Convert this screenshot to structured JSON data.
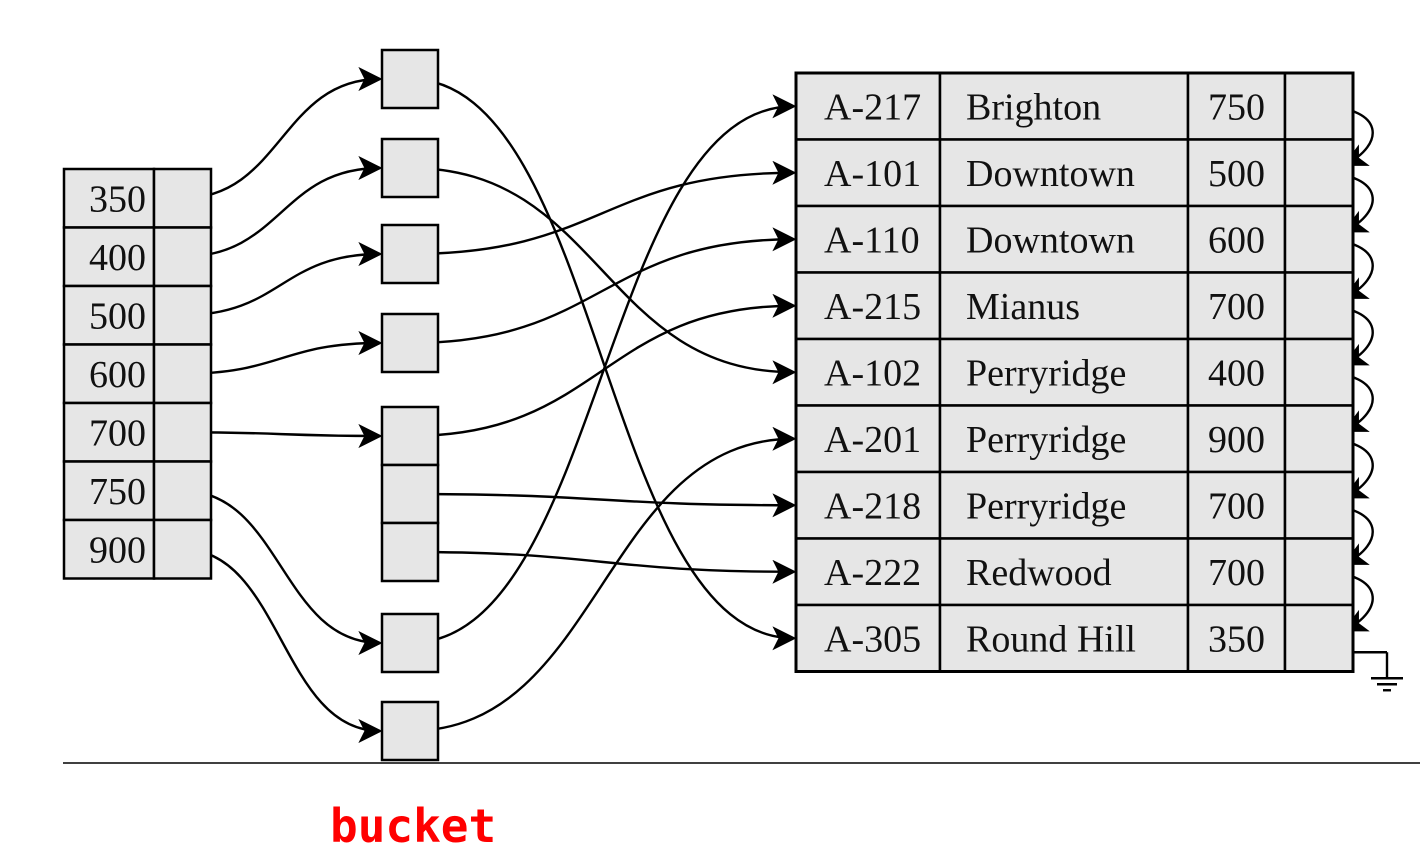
{
  "index": {
    "keys": [
      "350",
      "400",
      "500",
      "600",
      "700",
      "750",
      "900"
    ]
  },
  "buckets": {
    "groups": [
      {
        "slots": 1
      },
      {
        "slots": 1
      },
      {
        "slots": 1
      },
      {
        "slots": 1
      },
      {
        "slots": 3
      },
      {
        "slots": 1
      },
      {
        "slots": 1
      }
    ]
  },
  "file": {
    "records": [
      {
        "account": "A-217",
        "branch": "Brighton",
        "balance": "750"
      },
      {
        "account": "A-101",
        "branch": "Downtown",
        "balance": "500"
      },
      {
        "account": "A-110",
        "branch": "Downtown",
        "balance": "600"
      },
      {
        "account": "A-215",
        "branch": "Mianus",
        "balance": "700"
      },
      {
        "account": "A-102",
        "branch": "Perryridge",
        "balance": "400"
      },
      {
        "account": "A-201",
        "branch": "Perryridge",
        "balance": "900"
      },
      {
        "account": "A-218",
        "branch": "Perryridge",
        "balance": "700"
      },
      {
        "account": "A-222",
        "branch": "Redwood",
        "balance": "700"
      },
      {
        "account": "A-305",
        "branch": "Round Hill",
        "balance": "350"
      }
    ]
  },
  "links": {
    "index_to_bucket": [
      [
        0,
        0
      ],
      [
        1,
        1
      ],
      [
        2,
        2
      ],
      [
        3,
        3
      ],
      [
        4,
        4
      ],
      [
        5,
        5
      ],
      [
        6,
        6
      ]
    ],
    "bucket_to_record": [
      [
        0,
        0,
        8
      ],
      [
        1,
        0,
        4
      ],
      [
        2,
        0,
        1
      ],
      [
        3,
        0,
        2
      ],
      [
        4,
        0,
        3
      ],
      [
        4,
        1,
        6
      ],
      [
        4,
        2,
        7
      ],
      [
        5,
        0,
        0
      ],
      [
        6,
        0,
        5
      ]
    ]
  },
  "caption": {
    "text": "bucket"
  },
  "colors": {
    "caption": "#ff0000",
    "cell_fill": "#e6e6e6"
  }
}
